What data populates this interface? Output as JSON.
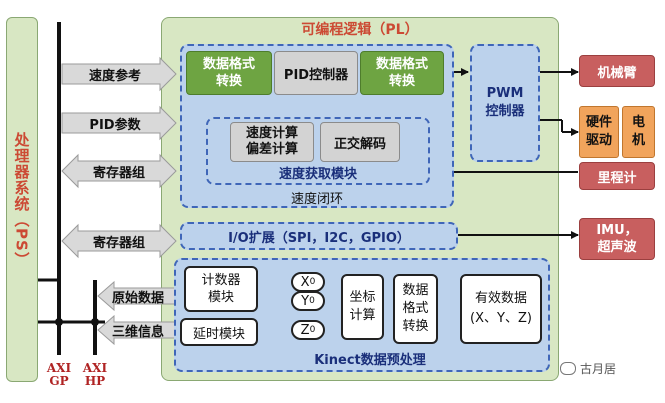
{
  "ps": {
    "title": "处理器系统（PS）"
  },
  "pl": {
    "title": "可编程逻辑（PL）"
  },
  "arrows": {
    "speed_ref": "速度参考",
    "pid_params": "PID参数",
    "regs1": "寄存器组",
    "regs2": "寄存器组",
    "raw_data": "原始数据",
    "info_3d": "三维信息"
  },
  "bus": {
    "gp_line1": "AXI",
    "gp_line2": "GP",
    "hp_line1": "AXI",
    "hp_line2": "HP"
  },
  "speed_loop": {
    "label": "速度闭环",
    "fmt_left": "数据格式\n转换",
    "pid": "PID控制器",
    "fmt_right": "数据格式\n转换",
    "acquire_label": "速度获取模块",
    "calc": "速度计算\n偏差计算",
    "decode": "正交解码"
  },
  "pwm": "PWM\n控制器",
  "io": "I/O扩展（SPI，I2C，GPIO）",
  "right": {
    "arm": "机械臂",
    "hw_driver": "硬件\n驱动",
    "motor": "电\n机",
    "odometer": "里程计",
    "imu": "IMU，\n超声波"
  },
  "kinect": {
    "label": "Kinect数据预处理",
    "counter": "计数器\n模块",
    "delay": "延时模块",
    "x0": "X",
    "y0": "Y",
    "z0": "Z",
    "sub": "0",
    "coord": "坐标\n计算",
    "fmt": "数据\n格式\n转换",
    "valid": "有效数据\n(X、Y、Z)"
  },
  "watermark": "古月居"
}
